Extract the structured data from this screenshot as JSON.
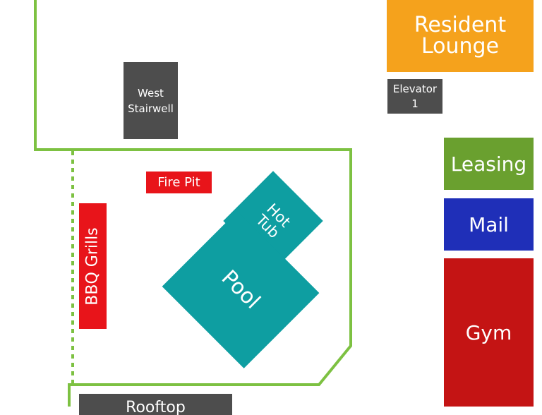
{
  "colors": {
    "outline": "#7dc142",
    "lounge": "#f5a21c",
    "dark": "#4d4d4d",
    "leasing": "#6aa02f",
    "mail": "#1f2fb8",
    "gym": "#c41414",
    "red": "#e8141a",
    "teal": "#0e9ea1"
  },
  "areas": {
    "resident_lounge": "Resident\nLounge",
    "elevator": "Elevator\n1",
    "west_stairwell": "West\nStairwell",
    "leasing": "Leasing",
    "mail": "Mail",
    "gym": "Gym",
    "fire_pit": "Fire Pit",
    "bbq_grills": "BBQ Grills",
    "hot_tub": "Hot\nTub",
    "pool": "Pool",
    "bottom_partial": "Rooftop"
  }
}
